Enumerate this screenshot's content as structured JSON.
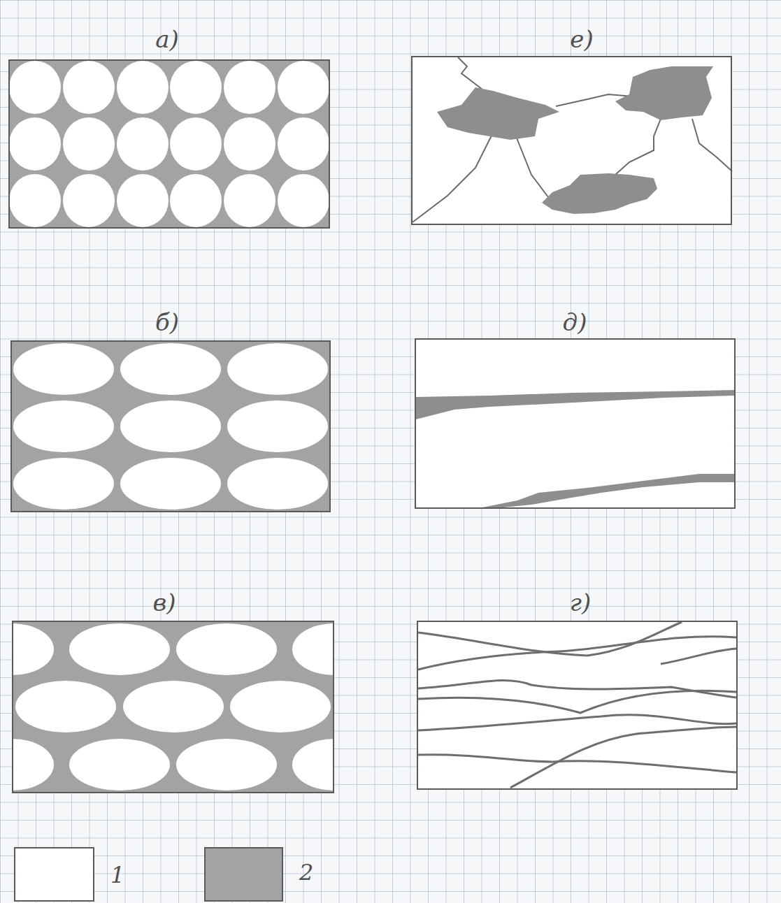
{
  "diagram": {
    "nodes": [
      {
        "text": [
          "а)"
        ]
      },
      {
        "text": [
          "е)"
        ]
      },
      {
        "text": [
          "б)"
        ]
      },
      {
        "text": [
          "д)"
        ]
      },
      {
        "text": [
          "в)"
        ]
      },
      {
        "text": [
          "г)"
        ]
      }
    ],
    "legend": [
      {
        "text": "1",
        "color": "#ffffff"
      },
      {
        "text": "2",
        "color": "#a3a3a3"
      }
    ]
  }
}
